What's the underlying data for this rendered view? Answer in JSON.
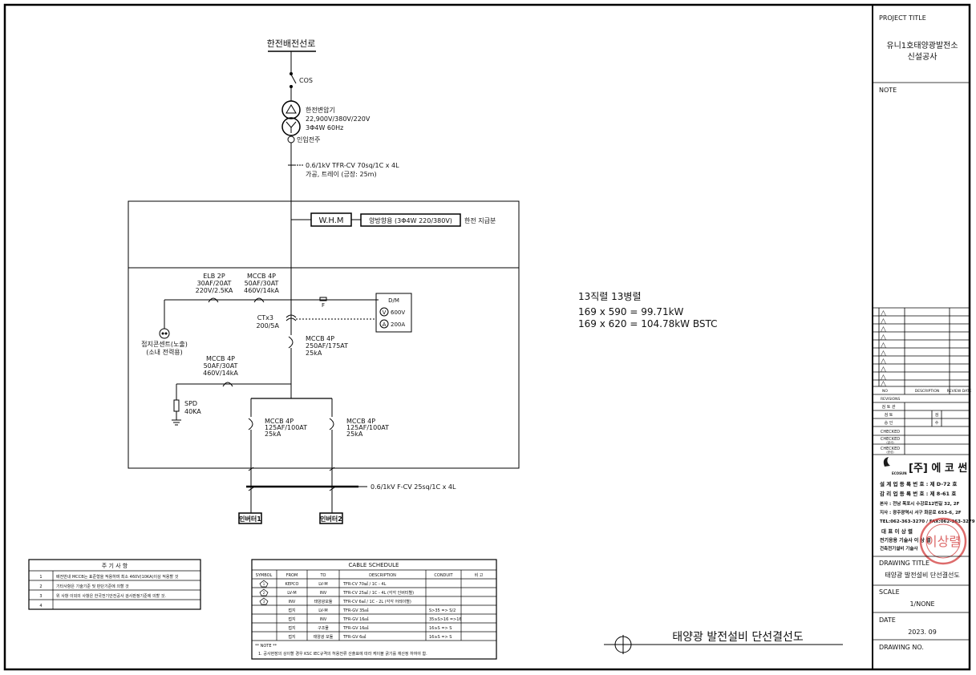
{
  "diagram": {
    "supply": "한전배전선로",
    "cos": "COS",
    "transformer": {
      "name": "한전변압기",
      "voltage": "22,900V/380V/220V",
      "phase": "3Φ4W 60Hz"
    },
    "pole": "인입전주",
    "feeder_cable": {
      "line1": "0.6/1kV TFR-CV 70sq/1C x 4L",
      "line2": "가공, 트레이 (긍장: 25m)"
    },
    "whm": {
      "label": "W.H.M",
      "note": "양방향용 (3Φ4W 220/380V)",
      "side": "한전 지급분"
    },
    "elb": {
      "l1": "ELB 2P",
      "l2": "30AF/20AT",
      "l3": "220V/2.5KA"
    },
    "mccb_top": {
      "l1": "MCCB 4P",
      "l2": "50AF/30AT",
      "l3": "460V/14kA"
    },
    "outlet": {
      "l1": "접지콘센트(노출)",
      "l2": "(소내 전력용)"
    },
    "fuse": "F",
    "dm": {
      "title": "D/M",
      "v": "600V",
      "a": "200A",
      "v_sym": "V",
      "a_sym": "A"
    },
    "ct": {
      "l1": "CTx3",
      "l2": "200/5A"
    },
    "mccb_main": {
      "l1": "MCCB 4P",
      "l2": "250AF/175AT",
      "l3": "25kA"
    },
    "mccb_spd": {
      "l1": "MCCB 4P",
      "l2": "50AF/30AT",
      "l3": "460V/14kA"
    },
    "spd": {
      "l1": "SPD",
      "l2": "40KA"
    },
    "mccb_l": {
      "l1": "MCCB 4P",
      "l2": "125AF/100AT",
      "l3": "25kA"
    },
    "mccb_r": {
      "l1": "MCCB 4P",
      "l2": "125AF/100AT",
      "l3": "25kA"
    },
    "out_cable": "0.6/1kV F-CV 25sq/1C x 4L",
    "inv1": "인버터1",
    "inv2": "인버터2"
  },
  "capacity": {
    "line1": "13직렬 13병렬",
    "line2": "169 x 590 = 99.71kW",
    "line3": "169 x 620 = 104.78kW BSTC"
  },
  "notes_table": {
    "title": "주 기 사 항",
    "rows": [
      {
        "no": "1",
        "text": "배전반내 MCCB는 표준형을 적용하며 최소 460V(10KA)이상 적용할 것"
      },
      {
        "no": "2",
        "text": "기타사항은 기술기준 및 판단기준에 의할 것"
      },
      {
        "no": "3",
        "text": "위 사항 이외의 사항은 한국전기안전공사 검사판정기준에 의할 것."
      },
      {
        "no": "4",
        "text": ""
      }
    ]
  },
  "cable_schedule": {
    "title": "CABLE SCHEDULE",
    "headers": [
      "SYMBOL",
      "FROM",
      "TO",
      "DESCRIPTION",
      "CONDUIT",
      "비 고"
    ],
    "rows": [
      {
        "symbol": "1",
        "from": "KEPCO",
        "to": "LV-M",
        "desc": "TFR-CV 70㎟ / 1C - 4L",
        "conduit": "",
        "note": ""
      },
      {
        "symbol": "2",
        "from": "LV-M",
        "to": "INV",
        "desc": "TFR-CV 25㎟ / 1C - 4L (각각 인버터별)",
        "conduit": "",
        "note": ""
      },
      {
        "symbol": "3",
        "from": "INV",
        "to": "태양광모듈",
        "desc": "TFR-CV 6㎟ / 1C - 2L (각각 어레이별)",
        "conduit": "",
        "note": ""
      },
      {
        "symbol": "",
        "from": "접지",
        "to": "LV-M",
        "desc": "TFR-GV 35㎟",
        "conduit": "S>35 => S/2",
        "note": ""
      },
      {
        "symbol": "",
        "from": "접지",
        "to": "INV",
        "desc": "TFR-GV 16㎟",
        "conduit": "35≥S>16 =>16",
        "note": ""
      },
      {
        "symbol": "",
        "from": "접지",
        "to": "구조물",
        "desc": "TFR-GV 16㎟",
        "conduit": "16≥S => S",
        "note": ""
      },
      {
        "symbol": "",
        "from": "접지",
        "to": "태양광 모듈",
        "desc": "TFR-GV 6㎟",
        "conduit": "16≥S => S",
        "note": ""
      }
    ],
    "note_title": "** NOTE **",
    "note_text": "1. 공사현장의 상이할 경우 KSC IEC규격의 허용전류 산출표에 따라 케이블 굵기를 재산정 하여야 함."
  },
  "drawing_label": "태양광 발전설비 단선결선도",
  "title_block": {
    "project_title_label": "PROJECT TITLE",
    "project_title_l1": "유니1호태양광발전소",
    "project_title_l2": "신설공사",
    "note_label": "NOTE",
    "revisions_header": {
      "no": "NO",
      "desc": "DESCRIPTION",
      "date": "REVIEW DATE"
    },
    "revision_mark": "△",
    "revisions_label": "REVISIONS",
    "approvals": [
      "검 토 관",
      "검  토",
      "승  인"
    ],
    "approval_right": [
      "검",
      "수"
    ],
    "checked": [
      "CHECKED",
      "CHECKED",
      "CHECKED"
    ],
    "checked_sub": [
      "",
      "(공사)",
      "(완성)"
    ],
    "company": {
      "logo_small": "ECOSUN",
      "name": "[주] 에 코 썬",
      "reg1": "설 계 업  등 록 번 호 : 제 D-72 호",
      "reg2": "감 리 업  등 록 번 호 : 제 8-61 호",
      "hq": "본사 : 전남 목포시 수강로12번길 32, 2F",
      "branch": "지사 : 광주광역시 서구 화운로 653-6, 2F",
      "tel": "TEL:062-363-3270 / FAX:062-363-3279",
      "rep": "대  표    이 상 렬",
      "eng": "전기응용 기술사  이 상 렬",
      "eng2": "건축전기설비 기술사"
    },
    "stamp_text": "이상렬",
    "drawing_title_label": "DRAWING TITLE",
    "drawing_title": "태양광 발전설비 단선결선도",
    "scale_label": "SCALE",
    "scale": "1/NONE",
    "date_label": "DATE",
    "date": "2023. 09",
    "drawing_no_label": "DRAWING NO."
  }
}
